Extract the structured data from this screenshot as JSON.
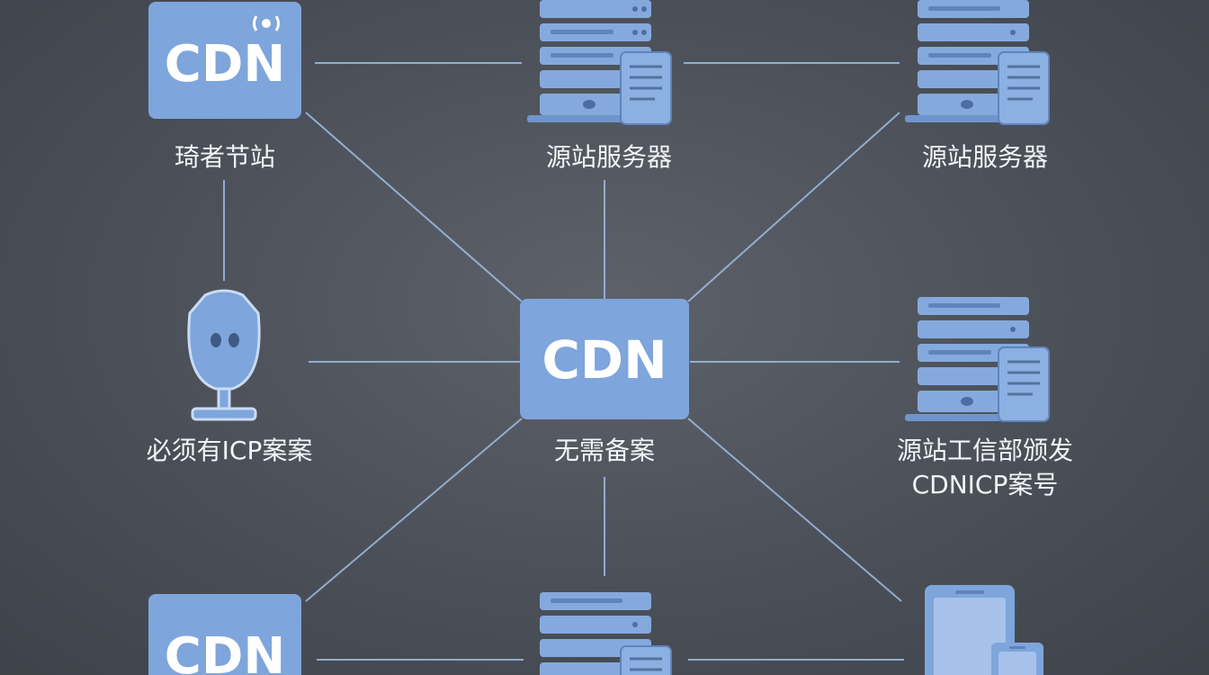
{
  "nodes": {
    "cdn_top_left": {
      "logo_text": "CDN",
      "label": "琦者节站"
    },
    "origin_top_mid": {
      "label": "源站服务器"
    },
    "origin_top_right": {
      "label": "源站服务器"
    },
    "robot_mid_left": {
      "label": "必须有ICP案案"
    },
    "cdn_center": {
      "logo_text": "CDN",
      "label": "无需备案"
    },
    "origin_mid_right": {
      "label_line1": "源站工信部颁发",
      "label_line2": "CDNICP案号"
    },
    "cdn_bottom_left": {
      "logo_text": "CDN"
    }
  },
  "colors": {
    "accent": "#7ea5dc",
    "line": "#9fbbe4",
    "text": "#f2f4f7",
    "background": "#4b5058"
  },
  "icons": [
    "cdn-logo-icon",
    "server-icon",
    "document-icon",
    "robot-icon",
    "phone-icon",
    "signal-icon"
  ]
}
